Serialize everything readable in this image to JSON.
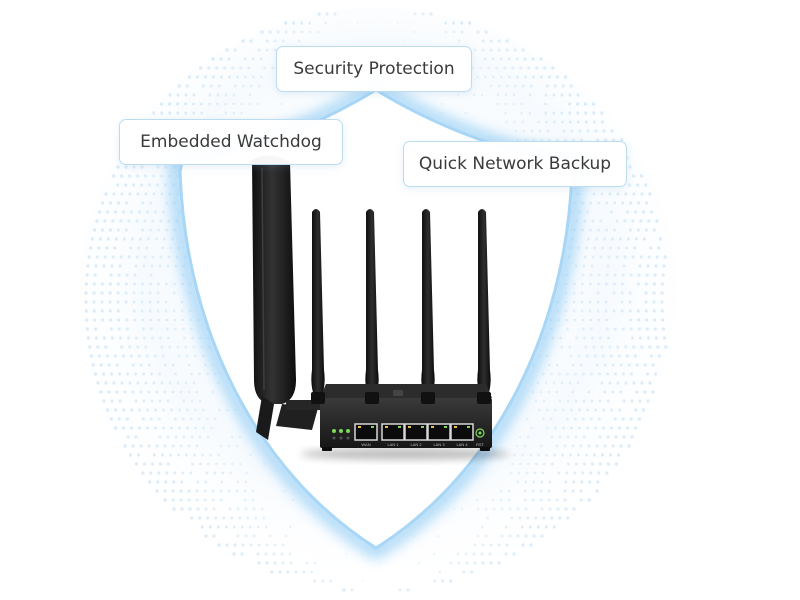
{
  "features": [
    {
      "label": "Security Protection"
    },
    {
      "label": "Embedded Watchdog"
    },
    {
      "label": "Quick Network Backup"
    }
  ],
  "router": {
    "port_labels": [
      "WAN",
      "LAN 1",
      "LAN 2",
      "LAN 3",
      "LAN 4",
      "RST"
    ]
  },
  "colors": {
    "shield_glow": "#8ccaf4",
    "shield_fill": "#ffffff",
    "dot_pattern": "#d6e9f8",
    "device_body": "#1e1e1e",
    "antenna": "#151515",
    "led_green": "#7ed957",
    "tag_border": "#bcdcf2",
    "tag_text": "#3a3a3a"
  },
  "icons": [
    "shield-icon",
    "router-icon",
    "antenna-icon",
    "ethernet-port-icon",
    "status-led-icon",
    "reset-button-icon"
  ]
}
